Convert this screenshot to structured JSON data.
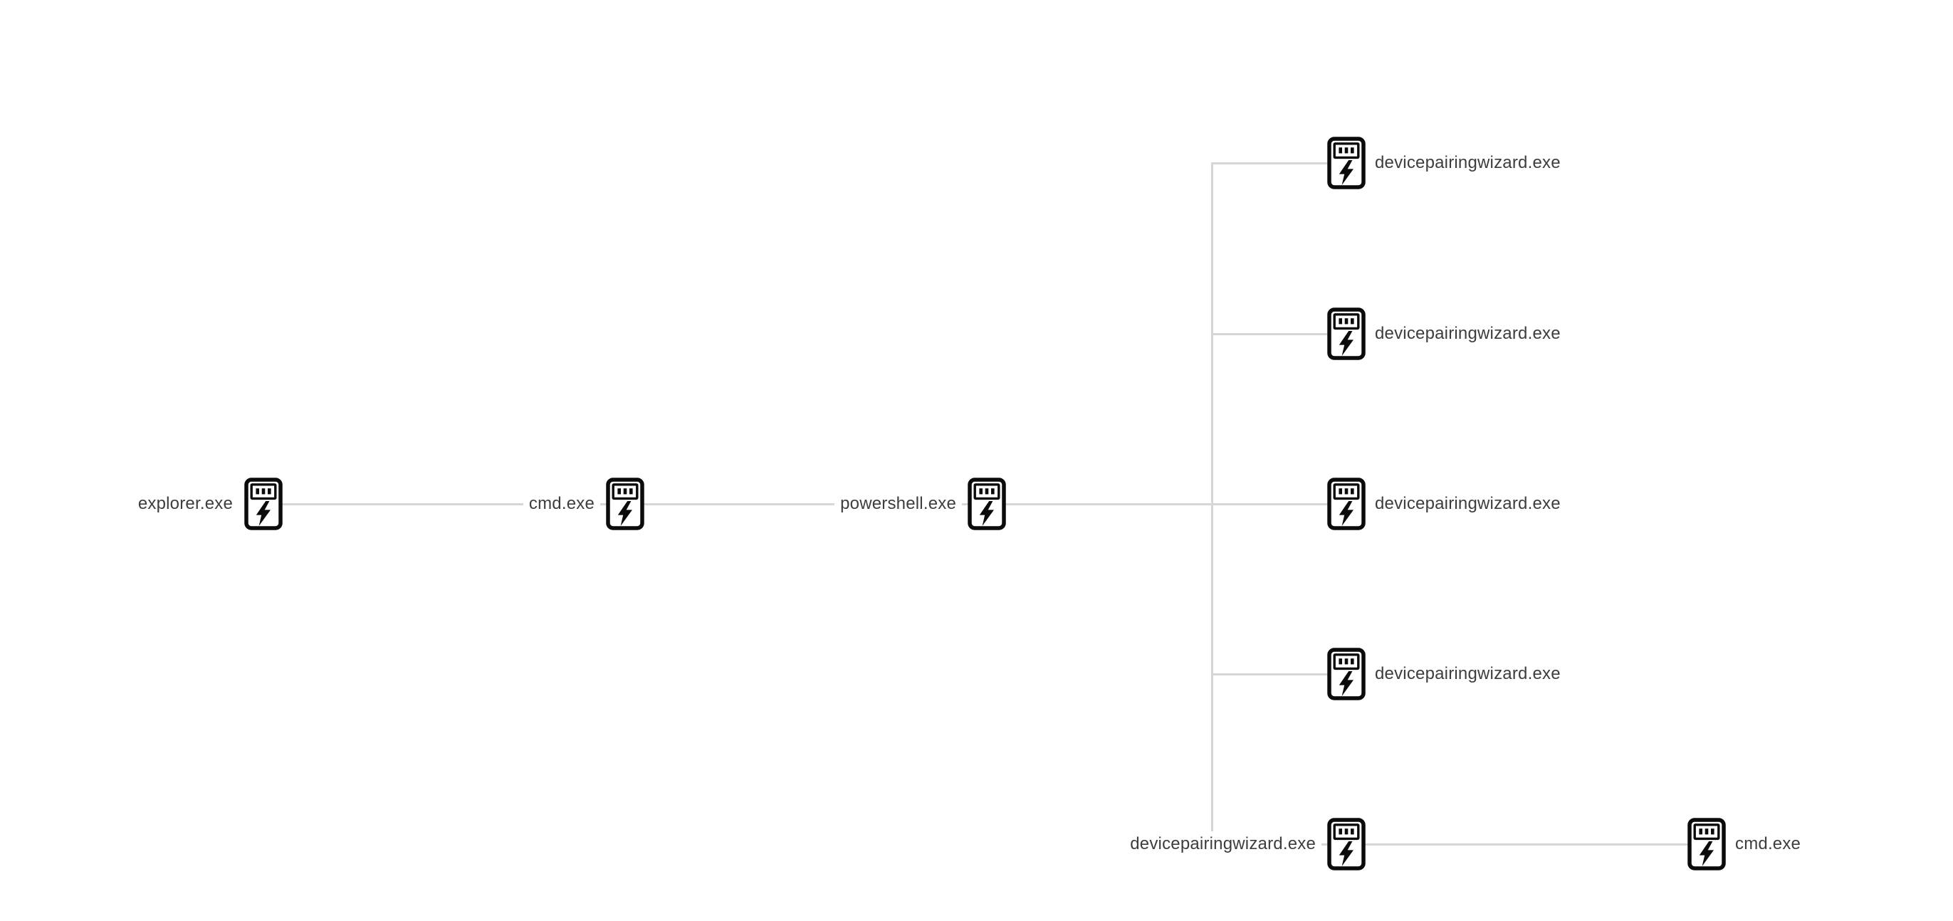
{
  "meta": {
    "background_color": "#ffffff",
    "edge_color": "#d6d6d6",
    "label_color": "#3d3d3d",
    "icon_color": "#0b0b0b"
  },
  "diagram": {
    "type": "process-tree",
    "nodes": [
      {
        "id": "explorer",
        "label": "explorer.exe",
        "label_side": "left",
        "icon": "process-lightning-icon"
      },
      {
        "id": "cmd-1",
        "label": "cmd.exe",
        "label_side": "left",
        "icon": "process-lightning-icon"
      },
      {
        "id": "powershell",
        "label": "powershell.exe",
        "label_side": "left",
        "icon": "process-lightning-icon"
      },
      {
        "id": "devicepairingwizard-1",
        "label": "devicepairingwizard.exe",
        "label_side": "right",
        "icon": "process-lightning-icon"
      },
      {
        "id": "devicepairingwizard-2",
        "label": "devicepairingwizard.exe",
        "label_side": "right",
        "icon": "process-lightning-icon"
      },
      {
        "id": "devicepairingwizard-3",
        "label": "devicepairingwizard.exe",
        "label_side": "right",
        "icon": "process-lightning-icon"
      },
      {
        "id": "devicepairingwizard-4",
        "label": "devicepairingwizard.exe",
        "label_side": "right",
        "icon": "process-lightning-icon"
      },
      {
        "id": "devicepairingwizard-5",
        "label": "devicepairingwizard.exe",
        "label_side": "left",
        "icon": "process-lightning-icon"
      },
      {
        "id": "cmd-2",
        "label": "cmd.exe",
        "label_side": "right",
        "icon": "process-lightning-icon"
      }
    ],
    "edges": [
      {
        "from": "explorer",
        "to": "cmd-1"
      },
      {
        "from": "cmd-1",
        "to": "powershell"
      },
      {
        "from": "powershell",
        "to": "devicepairingwizard-1"
      },
      {
        "from": "powershell",
        "to": "devicepairingwizard-2"
      },
      {
        "from": "powershell",
        "to": "devicepairingwizard-3"
      },
      {
        "from": "powershell",
        "to": "devicepairingwizard-4"
      },
      {
        "from": "powershell",
        "to": "devicepairingwizard-5"
      },
      {
        "from": "devicepairingwizard-5",
        "to": "cmd-2"
      }
    ]
  }
}
